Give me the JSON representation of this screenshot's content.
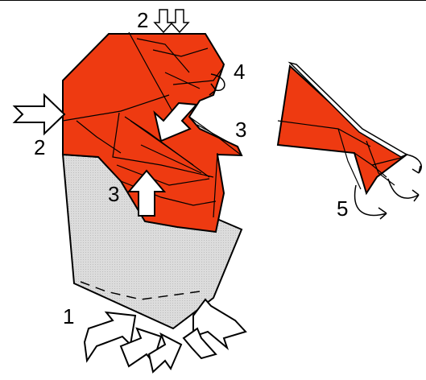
{
  "colors": {
    "paper_front": "#ee3a11",
    "paper_back": "#d8d8d8",
    "outline": "#000000",
    "arrow_fill": "#ffffff"
  },
  "labels": {
    "step_1": "1",
    "step_2_top": "2",
    "step_2_left": "2",
    "step_3_mid": "3",
    "step_3_left": "3",
    "step_4": "4",
    "step_5": "5"
  },
  "arrows": {
    "push_arrow": "hollow-push-arrow-icon",
    "fold_arrow": "curved-fold-arrow-icon",
    "pleat_arrow": "pleat-arrow-icon"
  }
}
